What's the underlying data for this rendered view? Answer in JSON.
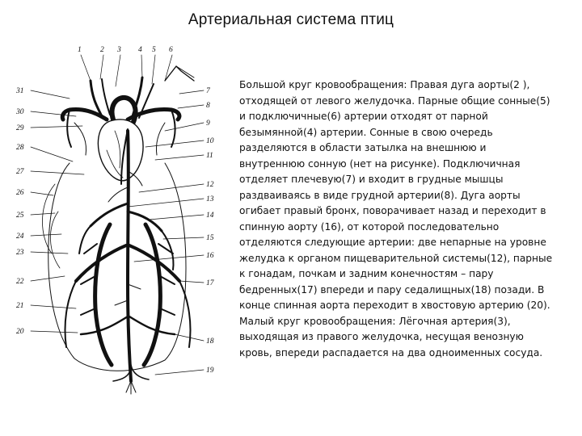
{
  "title": "Артериальная система птиц",
  "figure": {
    "labels_top": [
      "1",
      "2",
      "3",
      "4",
      "5",
      "6"
    ],
    "labels_right": [
      "7",
      "8",
      "9",
      "10",
      "11",
      "12",
      "13",
      "14",
      "15",
      "16",
      "17",
      "18",
      "19"
    ],
    "labels_left": [
      "31",
      "30",
      "29",
      "28",
      "27",
      "26",
      "25",
      "24",
      "23",
      "22",
      "21",
      "20"
    ]
  },
  "text_lines": [
    "Большой круг кровообращения: Правая дуга аорты(2 ),",
    "отходящей от левого желудочка. Парные общие сонные(5)",
    "и подключичные(6) артерии отходят от парной",
    "безымянной(4) артерии. Сонные в свою очередь",
    "разделяются в области затылка на внешнюю и",
    "внутреннюю сонную (нет на рисунке). Подключичная",
    "отделяет плечевую(7) и входит в грудные мышцы",
    "раздваиваясь в виде грудной артерии(8). Дуга аорты",
    "огибает правый бронх, поворачивает назад и переходит в",
    "спинную аорту (16), от которой последовательно",
    "отделяются следующие артерии: две непарные на уровне",
    "желудка к органом пищеварительной системы(12), парные",
    "к гонадам, почкам и задним конечностям – пару",
    "бедренных(17) впереди и пару седалищных(18) позади. В",
    "конце спинная аорта переходит в хвостовую артерию (20).",
    "Малый круг кровообращения: Лёгочная артерия(3),",
    "выходящая из правого желудочка, несущая венозную",
    "кровь, впереди распадается на два одноименных сосуда."
  ]
}
